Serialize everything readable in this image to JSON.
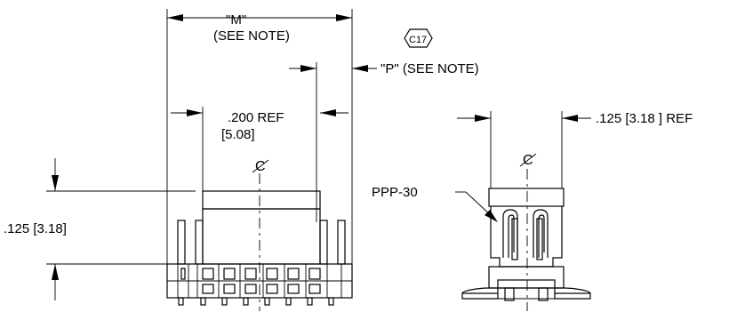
{
  "dimensions": {
    "m_label": "\"M\"",
    "m_note": "(SEE NOTE)",
    "p_label": "\"P\" (SEE NOTE)",
    "ref_200": ".200 REF",
    "ref_200_mm": "[5.08]",
    "height_125": ".125 [3.18]",
    "right_ref": ".125 [3.18 ] REF"
  },
  "callouts": {
    "rev_symbol": "C17",
    "part_label": "PPP-30",
    "centerline_left": "C",
    "centerline_right": "C"
  }
}
